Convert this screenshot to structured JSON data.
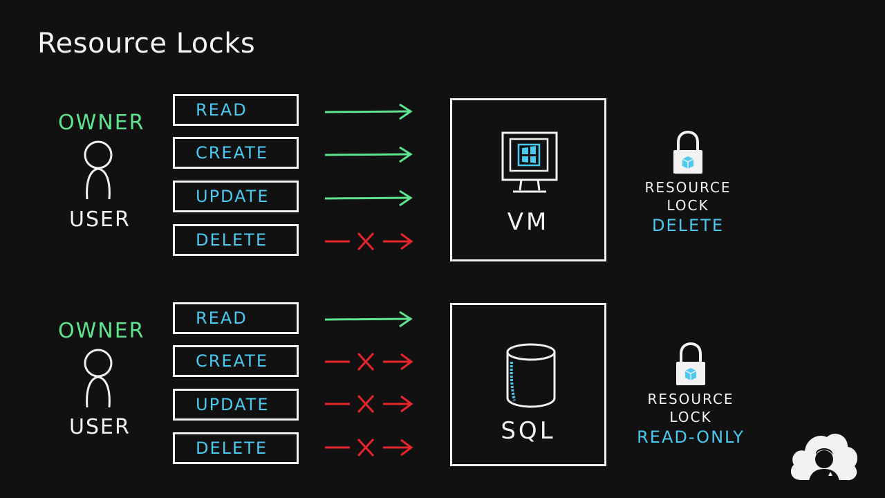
{
  "title": "Resource Locks",
  "colors": {
    "allow": "#5ee38f",
    "deny": "#e8252b",
    "accent": "#4cc9f0",
    "ink": "#f2f2f2",
    "background": "#111111"
  },
  "groups": [
    {
      "role": "OWNER",
      "user": "USER",
      "operations": [
        {
          "label": "READ",
          "allowed": true
        },
        {
          "label": "CREATE",
          "allowed": true
        },
        {
          "label": "UPDATE",
          "allowed": true
        },
        {
          "label": "DELETE",
          "allowed": false
        }
      ],
      "resource": {
        "label": "VM",
        "icon": "vm-monitor-icon"
      },
      "lock": {
        "title_line1": "RESOURCE",
        "title_line2": "LOCK",
        "type": "DELETE",
        "icon": "padlock-icon"
      }
    },
    {
      "role": "OWNER",
      "user": "USER",
      "operations": [
        {
          "label": "READ",
          "allowed": true
        },
        {
          "label": "CREATE",
          "allowed": false
        },
        {
          "label": "UPDATE",
          "allowed": false
        },
        {
          "label": "DELETE",
          "allowed": false
        }
      ],
      "resource": {
        "label": "SQL",
        "icon": "database-icon"
      },
      "lock": {
        "title_line1": "RESOURCE",
        "title_line2": "LOCK",
        "type": "READ-ONLY",
        "icon": "padlock-icon"
      }
    }
  ],
  "logo": {
    "icon": "cloud-person-logo-icon"
  }
}
